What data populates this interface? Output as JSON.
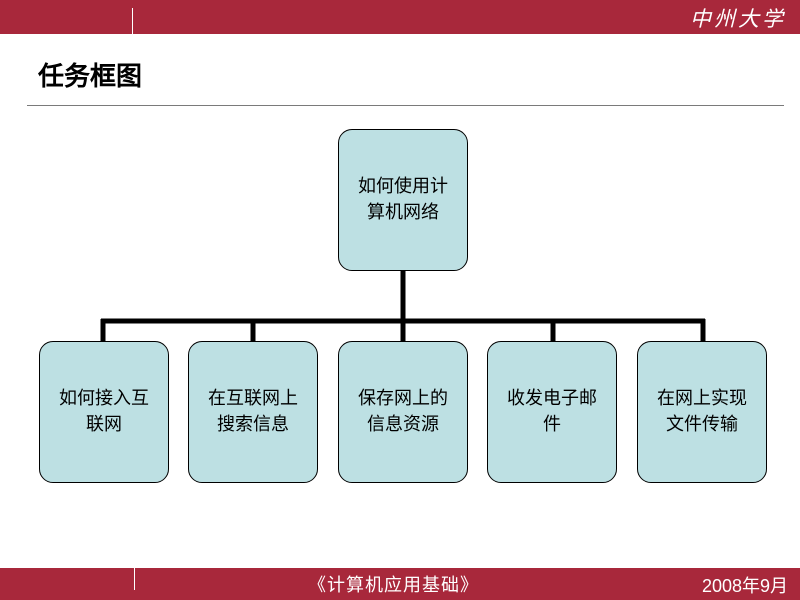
{
  "header": {
    "logo_text": "中州大学",
    "bar_color": "#a8283b"
  },
  "slide": {
    "title": "任务框图"
  },
  "diagram": {
    "root": {
      "label": "如何使用计\n算机网络"
    },
    "children": [
      {
        "label": "如何接入互\n联网"
      },
      {
        "label": "在互联网上\n搜索信息"
      },
      {
        "label": "保存网上的\n信息资源"
      },
      {
        "label": "收发电子邮\n件"
      },
      {
        "label": "在网上实现\n文件传输"
      }
    ],
    "node_fill": "#bde0e3"
  },
  "footer": {
    "course": "《计算机应用基础》",
    "date": "2008年9月"
  }
}
